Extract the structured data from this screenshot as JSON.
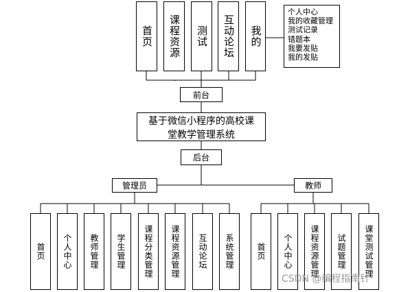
{
  "front": {
    "modules": [
      "首页",
      "课程资源",
      "测试",
      "互动论坛",
      "我的"
    ],
    "my_items": [
      "个人中心",
      "我的收藏管理",
      "测试记录",
      "错题本",
      "我要发贴",
      "我的发贴"
    ],
    "label": "前台"
  },
  "system": {
    "title_line1": "基于微信小程序的高校课",
    "title_line2": "堂教学管理系统"
  },
  "back": {
    "label": "后台",
    "admin": {
      "label": "管理员",
      "modules": [
        "首页",
        "个人中心",
        "教师管理",
        "学生管理",
        "课程分类管理",
        "课程资源管理",
        "互动论坛",
        "系统管理"
      ]
    },
    "teacher": {
      "label": "教师",
      "modules": [
        "首页",
        "个人中心",
        "课程资源管理",
        "试题管理",
        "课堂测试管理"
      ]
    }
  },
  "watermark": "CSDN @编程指南针"
}
